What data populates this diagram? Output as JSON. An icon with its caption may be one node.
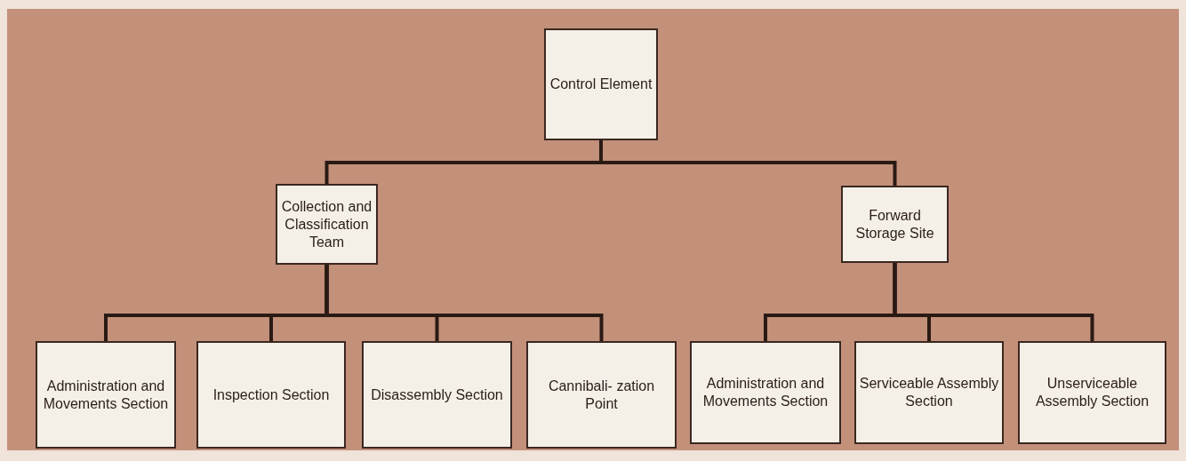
{
  "diagram": {
    "nodes": [
      {
        "text": [
          "Control Element"
        ]
      },
      {
        "text": [
          "Collection and Classification Team"
        ]
      },
      {
        "text": [
          "Forward Storage Site"
        ]
      },
      {
        "text": [
          "Administration and Movements Section"
        ]
      },
      {
        "text": [
          "Inspection Section"
        ]
      },
      {
        "text": [
          "Disassembly Section"
        ]
      },
      {
        "text": [
          "Cannibali- zation Point"
        ]
      },
      {
        "text": [
          "Administration and Movements Section"
        ]
      },
      {
        "text": [
          "Serviceable Assembly Section"
        ]
      },
      {
        "text": [
          "Unserviceable Assembly Section"
        ]
      }
    ],
    "edges": [
      {
        "from": 0,
        "to": 1,
        "arrow": "none"
      },
      {
        "from": 0,
        "to": 2,
        "arrow": "none"
      },
      {
        "from": 1,
        "to": 3,
        "arrow": "none"
      },
      {
        "from": 1,
        "to": 4,
        "arrow": "none"
      },
      {
        "from": 1,
        "to": 5,
        "arrow": "none"
      },
      {
        "from": 1,
        "to": 6,
        "arrow": "none"
      },
      {
        "from": 2,
        "to": 7,
        "arrow": "none"
      },
      {
        "from": 2,
        "to": 8,
        "arrow": "none"
      },
      {
        "from": 2,
        "to": 9,
        "arrow": "none"
      }
    ]
  }
}
